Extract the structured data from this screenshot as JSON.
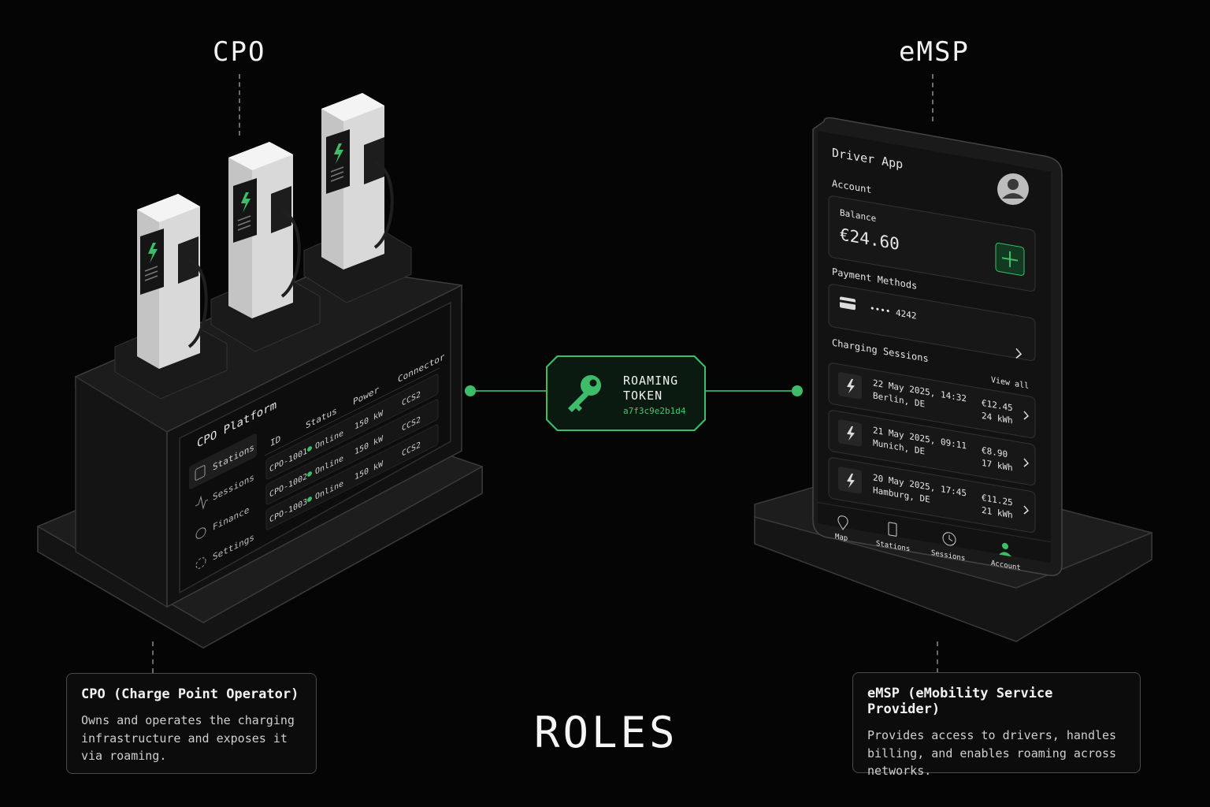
{
  "roles_title": "ROLES",
  "cpo": {
    "heading": "CPO",
    "platform_title": "CPO Platform",
    "nav": [
      "Stations",
      "Sessions",
      "Finance",
      "Settings"
    ],
    "table_headers": [
      "ID",
      "Status",
      "Power",
      "Connector"
    ],
    "rows": [
      {
        "id": "CPO-1001",
        "status": "Online",
        "power": "150 kW",
        "connector": "CCS2"
      },
      {
        "id": "CPO-1002",
        "status": "Online",
        "power": "150 kW",
        "connector": "CCS2"
      },
      {
        "id": "CPO-1003",
        "status": "Online",
        "power": "150 kW",
        "connector": "CCS2"
      }
    ],
    "info_title": "CPO (Charge Point Operator)",
    "info_body": "Owns and operates the charging infrastructure and exposes it via roaming."
  },
  "token": {
    "label_line1": "ROAMING",
    "label_line2": "TOKEN",
    "value": "a7f3c9e2b1d4"
  },
  "emsp": {
    "heading": "eMSP",
    "app_title": "Driver App",
    "account_label": "Account",
    "balance_label": "Balance",
    "balance_value": "€24.60",
    "payment_label": "Payment Methods",
    "card_number": "•••• 4242",
    "sessions_label": "Charging Sessions",
    "view_all": "View all",
    "sessions": [
      {
        "date": "22 May 2025, 14:32",
        "place": "Berlin, DE",
        "price": "€12.45",
        "energy": "24 kWh"
      },
      {
        "date": "21 May 2025, 09:11",
        "place": "Munich, DE",
        "price": "€8.90",
        "energy": "17 kWh"
      },
      {
        "date": "20 May 2025, 17:45",
        "place": "Hamburg, DE",
        "price": "€11.25",
        "energy": "21 kWh"
      }
    ],
    "tabs": [
      "Map",
      "Stations",
      "Sessions",
      "Account"
    ],
    "info_title": "eMSP (eMobility Service Provider)",
    "info_body": "Provides access to drivers, handles billing, and enables roaming across networks."
  },
  "colors": {
    "accent": "#3dbd6a",
    "background": "#050505",
    "panel": "#161616"
  }
}
